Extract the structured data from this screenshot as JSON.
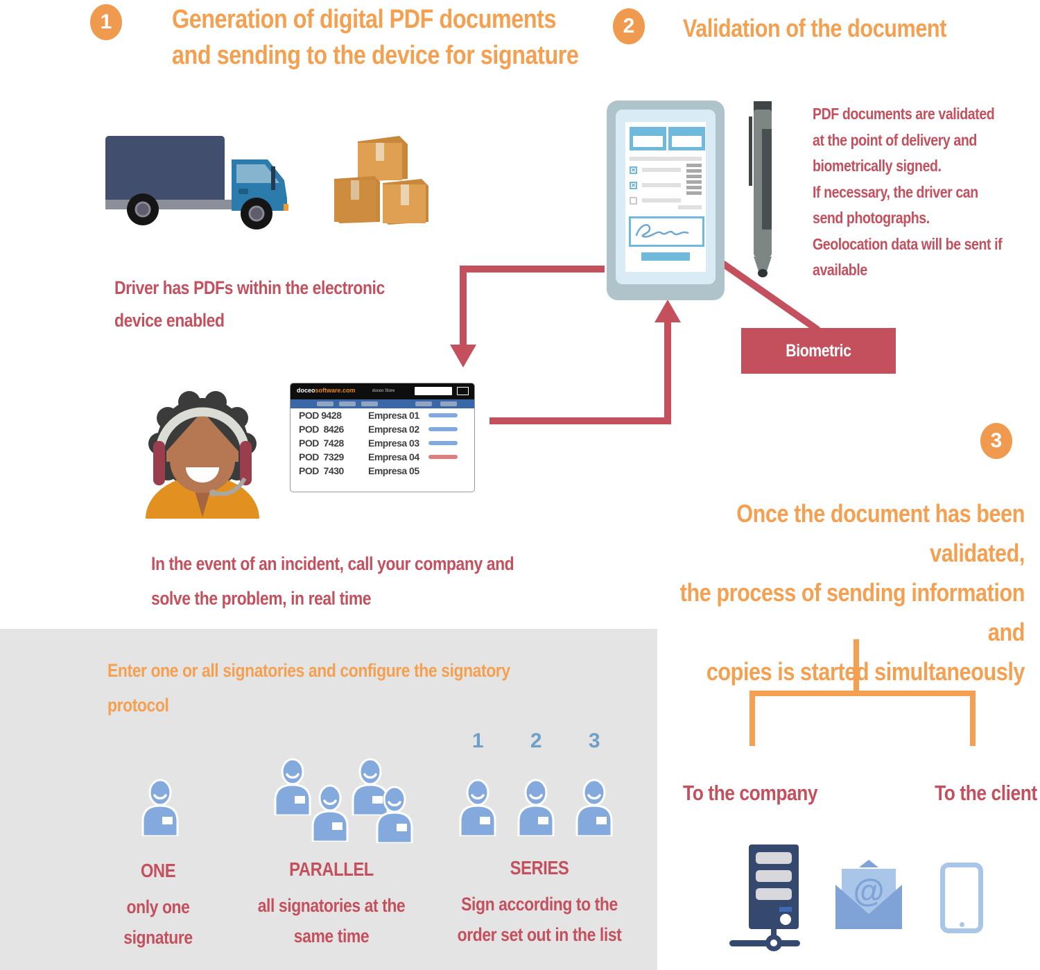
{
  "palette": {
    "orange": "#F5A050",
    "red": "#C4505E",
    "steel_blue": "#84A9DC",
    "navy": "#3A4A6B",
    "panel_gray": "#E4E4E4",
    "toolbar_blue": "#3A67A8",
    "screen_blue": "#6FB9DC"
  },
  "steps": {
    "one": {
      "number": "1",
      "title_line1": "Generation of digital PDF documents",
      "title_line2": "and sending to the device for signature"
    },
    "two": {
      "number": "2",
      "title": "Validation of the document"
    },
    "three": {
      "number": "3"
    }
  },
  "notes": {
    "driver_line1": "Driver has PDFs within the electronic",
    "driver_line2": "device enabled",
    "incident_line1": "In the event of an incident, call your company and",
    "incident_line2": "solve the problem, in real time",
    "validation_lines": [
      "PDF documents are validated",
      "at the point of delivery and",
      "biometrically signed.",
      "If necessary, the driver can",
      "send photographs.",
      "Geolocation data will be sent if",
      "available"
    ],
    "biometric": "Biometric",
    "once_line1": "Once the document has been validated,",
    "once_line2": "the process of sending information and",
    "once_line3": "copies is started simultaneously",
    "to_company": "To the company",
    "to_client": "To the client"
  },
  "browser": {
    "brand_white": "doceo",
    "brand_orange": "software.com",
    "store": "doceo Store",
    "rows": [
      {
        "pod": "POD 9428",
        "company": "Empresa 01",
        "bar": "blue"
      },
      {
        "pod": "POD  8426",
        "company": "Empresa 02",
        "bar": "blue"
      },
      {
        "pod": "POD  7428",
        "company": "Empresa 03",
        "bar": "blue"
      },
      {
        "pod": "POD  7329",
        "company": "Empresa 04",
        "bar": "red"
      },
      {
        "pod": "POD  7430",
        "company": "Empresa 05",
        "bar": "none"
      }
    ]
  },
  "signatories": {
    "intro_line1": "Enter one or all signatories and configure the signatory",
    "intro_line2": "protocol",
    "series_numbers": [
      "1",
      "2",
      "3"
    ],
    "one": {
      "name": "ONE",
      "desc1": "only one",
      "desc2": "signature"
    },
    "parallel": {
      "name": "PARALLEL",
      "desc1": "all signatories at the",
      "desc2": "same time"
    },
    "series": {
      "name": "SERIES",
      "desc1": "Sign according to the",
      "desc2": "order set out in the list"
    }
  },
  "icons": {
    "truck": "delivery-truck-icon",
    "boxes": "parcel-boxes-icon",
    "tablet": "signature-tablet-icon",
    "pen": "stylus-pen-icon",
    "agent": "call-center-agent-icon",
    "server": "company-server-icon",
    "email": "email-at-envelope-icon",
    "phone": "smartphone-icon"
  }
}
